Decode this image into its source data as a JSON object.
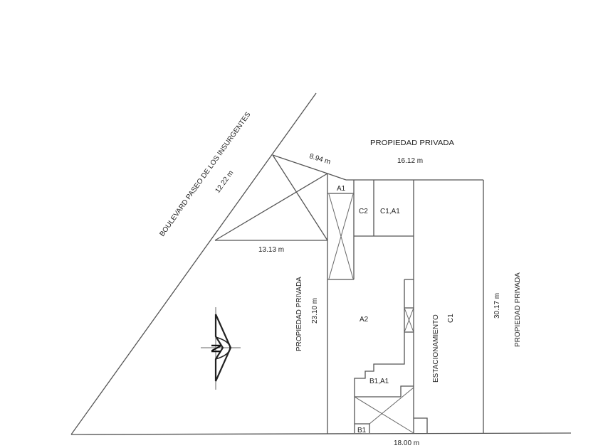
{
  "plan": {
    "street": {
      "name": "BOULEVARD PASEO DE LOS INSURGENTES",
      "length": "12.22 m"
    },
    "dimensions": {
      "diagonal_top": "8.94 m",
      "top": "16.12 m",
      "triangle_base": "13.13 m",
      "left_inner": "23.10 m",
      "right": "30.17 m",
      "bottom": "18.00 m"
    },
    "neighbors": {
      "top": "PROPIEDAD PRIVADA",
      "left": "PROPIEDAD PRIVADA",
      "right": "PROPIEDAD PRIVADA"
    },
    "zones": {
      "a1_top": "A1",
      "c2": "C2",
      "c1_a1": "C1,A1",
      "a2": "A2",
      "b1_a1": "B1,A1",
      "b1": "B1",
      "estacionamiento": "ESTACIONAMIENTO",
      "c1": "C1"
    },
    "north_arrow": {
      "letter": "N",
      "icon": "north-arrow-icon"
    },
    "colors": {
      "line": "#555555",
      "text": "#222222"
    }
  }
}
